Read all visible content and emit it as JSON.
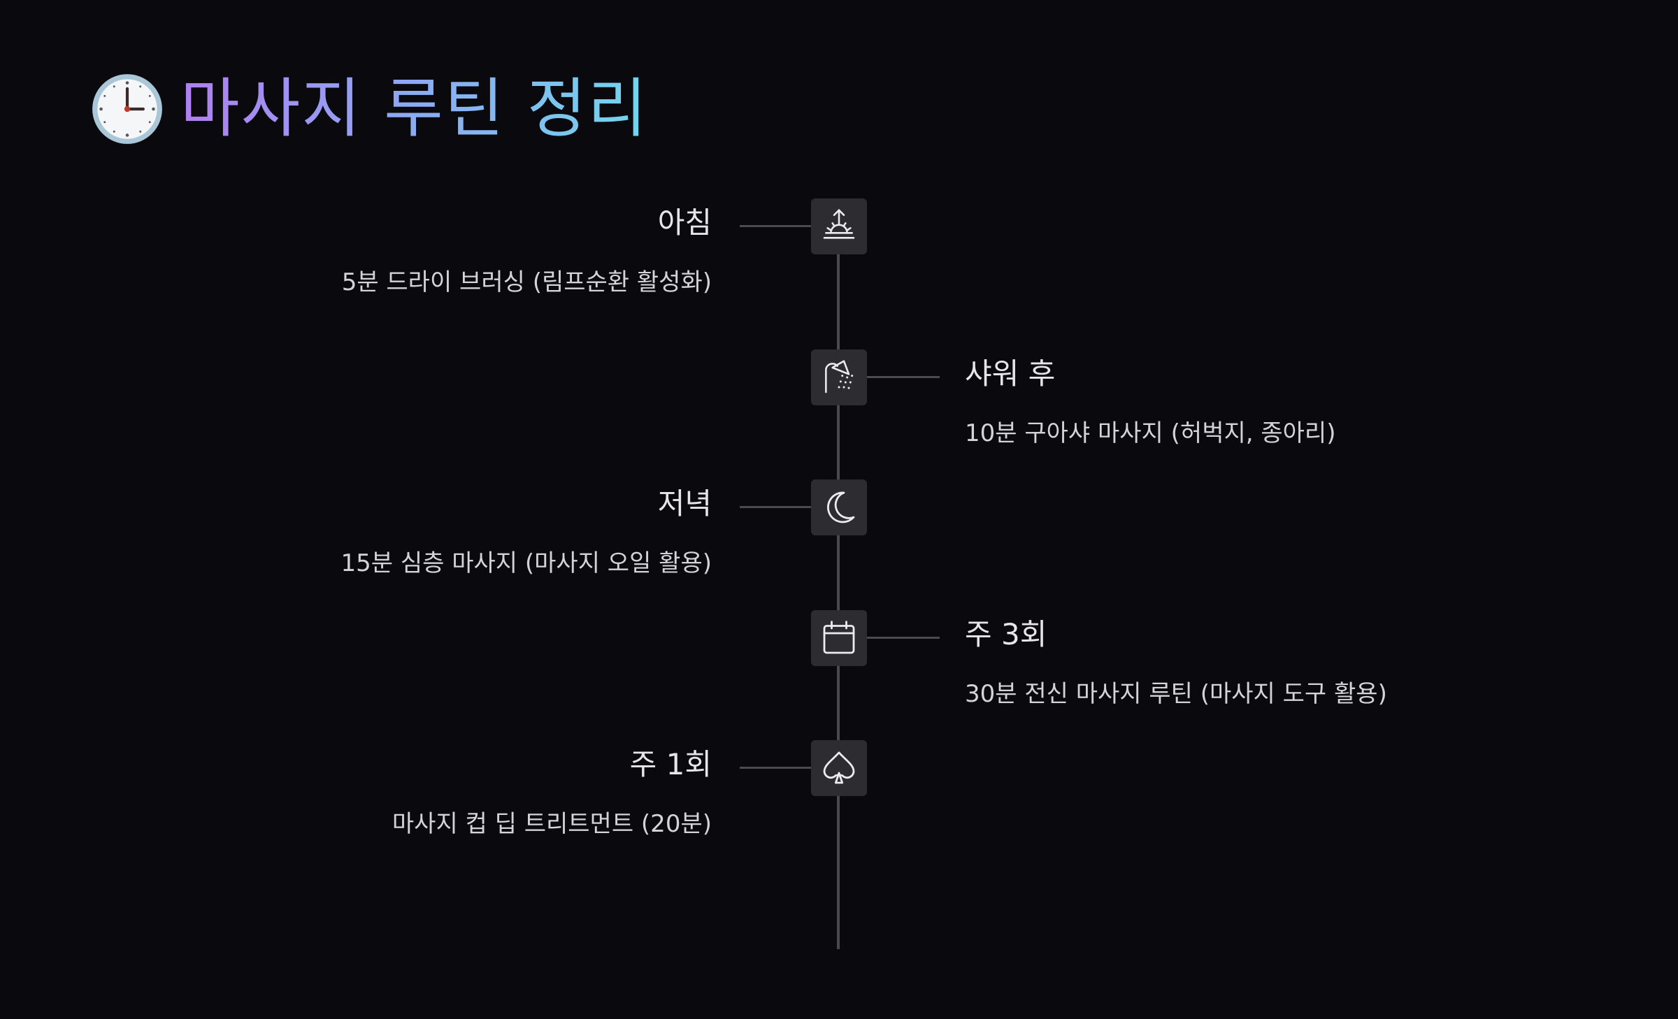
{
  "header": {
    "icon": "clock-icon",
    "title": "마사지 루틴 정리"
  },
  "colors": {
    "background": "#0a090e",
    "title_gradient": [
      "#b07ef0",
      "#8fa6f3",
      "#72d6ec"
    ],
    "node_fill": "#2d2d31",
    "line": "#4a4a50"
  },
  "timeline": [
    {
      "side": "left",
      "icon": "sunrise-icon",
      "title": "아침",
      "description": "5분 드라이 브러싱 (림프순환 활성화)"
    },
    {
      "side": "right",
      "icon": "shower-icon",
      "title": "샤워 후",
      "description": "10분 구아샤 마사지 (허벅지, 종아리)"
    },
    {
      "side": "left",
      "icon": "moon-icon",
      "title": "저녁",
      "description": "15분 심층 마사지 (마사지 오일 활용)"
    },
    {
      "side": "right",
      "icon": "calendar-icon",
      "title": "주 3회",
      "description": "30분 전신 마사지 루틴 (마사지 도구 활용)"
    },
    {
      "side": "left",
      "icon": "spade-icon",
      "title": "주 1회",
      "description": "마사지 컵 딥 트리트먼트 (20분)"
    }
  ]
}
